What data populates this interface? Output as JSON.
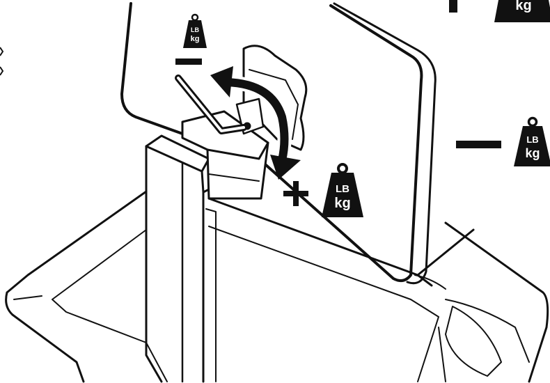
{
  "colors": {
    "ink": "#111111",
    "paper": "#ffffff"
  },
  "weights": {
    "top_right": {
      "line1": "",
      "line2": "kg"
    },
    "on_screen": {
      "line1": "LB",
      "line2": "kg"
    },
    "plus": {
      "line1": "LB",
      "line2": "kg"
    },
    "minus_right": {
      "line1": "LB",
      "line2": "kg"
    }
  },
  "signs": {
    "minus": "−",
    "plus": "+"
  },
  "icons": [
    "weight-icon",
    "allen-key-icon",
    "rotate-arrow-icon",
    "plus-sign-icon",
    "minus-sign-icon"
  ]
}
